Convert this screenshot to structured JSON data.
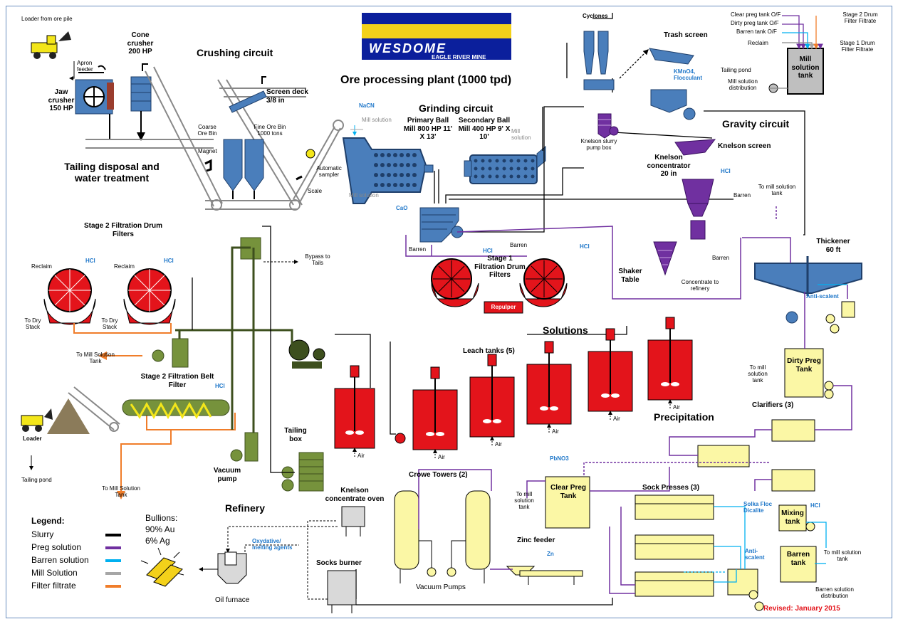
{
  "title": "Ore processing plant (1000 tpd)",
  "logo": {
    "name": "WESDOME",
    "sub": "EAGLE RIVER MINE",
    "colors": {
      "top": "#0b1f9c",
      "band": "#f3d11a",
      "bottom": "#0b1f9c"
    }
  },
  "sections": {
    "crushing": "Crushing circuit",
    "tailing": "Tailing disposal and water treatment",
    "grinding": "Grinding circuit",
    "gravity": "Gravity circuit",
    "solutions": "Solutions",
    "precipitation": "Precipitation",
    "refinery": "Refinery"
  },
  "labels": {
    "loader_ore": "Loader from ore pile",
    "apron": "Apron feeder",
    "jaw": "Jaw crusher 150 HP",
    "cone": "Cone crusher 200 HP",
    "screen_deck": "Screen deck 3/8 in",
    "coarse_bin": "Coarse Ore Bin",
    "fine_bin": "Fine Ore Bin 1000 tons",
    "magnet": "Magnet",
    "sampler": "Automatic sampler",
    "scale": "Scale",
    "nacn": "NaCN",
    "mill_solution": "Mill solution",
    "primary_mill": "Primary Ball Mill 800 HP 11' X 13'",
    "secondary_mill": "Secondary Ball Mill 400 HP 9' X 10'",
    "mill_solution2": "Mill solution",
    "cao": "CaO",
    "cyclones": "Cyclones",
    "trash_screen": "Trash screen",
    "kmno4": "KMnO4, Flocculant",
    "knelson_box": "Knelson slurry pump box",
    "knelson_screen": "Knelson screen",
    "knelson_conc": "Knelson concentrator 20 in",
    "hcl": "HCl",
    "barren": "Barren",
    "shaker": "Shaker Table",
    "conc_refinery": "Concentrate to refinery",
    "to_mill_sol": "To mill solution tank",
    "thickener": "Thickener 60 ft",
    "anti_scalent": "Anti-scalent",
    "stage1": "Stage 1 Filtration Drum Filters",
    "repulper": "Repulper",
    "stage2_drum": "Stage 2 Filtration Drum Filters",
    "reclaim": "Reclaim",
    "to_dry_stack": "To Dry Stack",
    "bypass": "Bypass to Tails",
    "to_mill_sol_tank": "To Mill Solution Tank",
    "stage2_belt": "Stage 2 Filtration Belt Filter",
    "loader": "Loader",
    "tailing_pond": "Tailing pond",
    "vacuum_pump": "Vacuum pump",
    "tailing_box": "Tailing box",
    "leach_tanks": "Leach tanks (5)",
    "air": "Air",
    "pbno3": "PbNO3",
    "clear_preg": "Clear Preg Tank",
    "crowe": "Crowe Towers (2)",
    "vac_pumps": "Vacuum Pumps",
    "zinc_feeder": "Zinc feeder",
    "zn": "Zn",
    "sock_presses": "Sock Presses (3)",
    "socks_burner": "Socks burner",
    "knelson_oven": "Knelson concentrate oven",
    "oxidative": "Oxydative/ melting agents",
    "oil_furnace": "Oil furnace",
    "bullions": "Bullions:",
    "bull_au": "90% Au",
    "bull_ag": "6%  Ag",
    "dirty_preg": "Dirty Preg Tank",
    "clarifiers": "Clarifiers (3)",
    "mixing_tank": "Mixing tank",
    "solka": "Solka Floc Dicalite",
    "barren_tank": "Barren tank",
    "barren_dist": "Barren solution distribution",
    "mill_sol_tank": "Mill solution tank",
    "mill_sol_dist": "Mill solution distribution",
    "tailing_pond2": "Tailing pond",
    "clear_of": "Clear preg tank O/F",
    "dirty_of": "Dirty preg tank O/F",
    "barren_of": "Barren tank O/F",
    "reclaim2": "Reclaim",
    "stage2_filtrate": "Stage 2 Drum Filter Filtrate",
    "stage1_filtrate": "Stage 1 Drum Filter Filtrate",
    "revised": "Revised: January 2015"
  },
  "legend": {
    "title": "Legend:",
    "items": [
      {
        "label": "Slurry",
        "color": "#000000"
      },
      {
        "label": "Preg solution",
        "color": "#7030a0"
      },
      {
        "label": "Barren solution",
        "color": "#00b0f0"
      },
      {
        "label": "Mill Solution",
        "color": "#a6a6a6"
      },
      {
        "label": "Filter filtrate",
        "color": "#f07d2a"
      }
    ]
  }
}
